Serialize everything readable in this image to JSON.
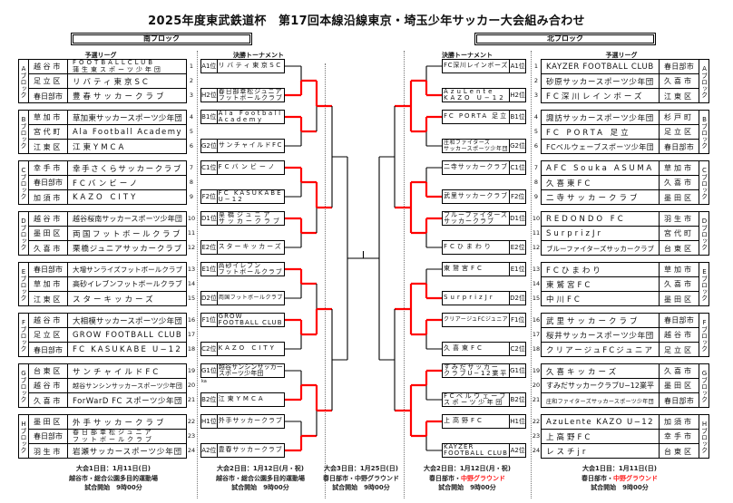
{
  "title": "2025年度東武鉄道杯　第17回本線沿線東京・埼玉少年サッカー大会組み合わせ",
  "colors": {
    "winner_line": "#ff0000",
    "line": "#000000",
    "highlight_text": "#ff1a1a"
  },
  "south": {
    "header": "南ブロック",
    "league_label": "予選リーグ",
    "tournament_label": "決勝トーナメント",
    "groups": [
      {
        "label": "Aブロック",
        "teams": [
          {
            "no": "1",
            "city": "越谷市",
            "name": "FOOTBALLCLUB\n蒲生東スポーツ少年団"
          },
          {
            "no": "2",
            "city": "足立区",
            "name": "リバティ東京SC"
          },
          {
            "no": "3",
            "city": "春日部市",
            "name": "豊春サッカークラブ"
          }
        ]
      },
      {
        "label": "Bブロック",
        "teams": [
          {
            "no": "4",
            "city": "草加市",
            "name": "草加東サッカースポーツ少年団"
          },
          {
            "no": "5",
            "city": "宮代町",
            "name": "Ala Football Academy"
          },
          {
            "no": "6",
            "city": "江東区",
            "name": "江東YMCA"
          }
        ]
      },
      {
        "label": "Cブロック",
        "teams": [
          {
            "no": "7",
            "city": "幸手市",
            "name": "幸手さくらサッカークラブ"
          },
          {
            "no": "8",
            "city": "春日部市",
            "name": "FCバンビーノ"
          },
          {
            "no": "9",
            "city": "加須市",
            "name": "KAZO CITY"
          }
        ]
      },
      {
        "label": "Dブロック",
        "teams": [
          {
            "no": "10",
            "city": "越谷市",
            "name": "越谷桜南サッカースポーツ少年団"
          },
          {
            "no": "11",
            "city": "墨田区",
            "name": "両国フットボールクラブ"
          },
          {
            "no": "12",
            "city": "久喜市",
            "name": "栗橋ジュニアサッカークラブ"
          }
        ]
      },
      {
        "label": "Eブロック",
        "teams": [
          {
            "no": "13",
            "city": "春日部市",
            "name": "大増サンライズフットボールクラブ"
          },
          {
            "no": "14",
            "city": "草加市",
            "name": "高砂イレブンフットボールクラブ"
          },
          {
            "no": "15",
            "city": "江東区",
            "name": "スターキッカーズ"
          }
        ]
      },
      {
        "label": "Fブロック",
        "teams": [
          {
            "no": "16",
            "city": "越谷市",
            "name": "大相模サッカースポーツ少年団"
          },
          {
            "no": "17",
            "city": "足立区",
            "name": "GROW FOOTBALL CLUB"
          },
          {
            "no": "18",
            "city": "春日部市",
            "name": "FC KASUKABE U−12"
          }
        ]
      },
      {
        "label": "Gブロック",
        "teams": [
          {
            "no": "19",
            "city": "台東区",
            "name": "サンチャイルドFC"
          },
          {
            "no": "20",
            "city": "越谷市",
            "name": "越谷サンシンサッカースポーツ少年団"
          },
          {
            "no": "21",
            "city": "久喜市",
            "name": "ForWarD FC スポーツ少年団"
          }
        ]
      },
      {
        "label": "Hブロック",
        "teams": [
          {
            "no": "22",
            "city": "墨田区",
            "name": "外手サッカークラブ"
          },
          {
            "no": "23",
            "city": "春日部市",
            "name": "春日部幸松ジュニア\nフットボールクラブ"
          },
          {
            "no": "24",
            "city": "羽生市",
            "name": "岩瀬サッカースポーツ少年団"
          }
        ]
      }
    ],
    "slots": [
      {
        "rank": "A1位",
        "name": "リバティ東京SC"
      },
      {
        "rank": "H2位",
        "name": "春日部幸松ジュニア\nフットボールクラブ"
      },
      {
        "rank": "B1位",
        "name": "Ala Football\nAcademy"
      },
      {
        "rank": "G2位",
        "name": "サンチャイルドFC"
      },
      {
        "rank": "C1位",
        "name": "FCバンビーノ"
      },
      {
        "rank": "F2位",
        "name": "FC KASUKABE\nU−12"
      },
      {
        "rank": "D1位",
        "name": "栗橋ジュニア\nサッカークラブ"
      },
      {
        "rank": "E2位",
        "name": "スターキッカーズ"
      },
      {
        "rank": "E1位",
        "name": "高砂イレブン\nフットボールクラブ"
      },
      {
        "rank": "D2位",
        "name": "両国フットボールクラブ"
      },
      {
        "rank": "F1位",
        "name": "GROW\nFOOTBALL CLUB"
      },
      {
        "rank": "C2位",
        "name": "KAZO CITY"
      },
      {
        "rank": "G1位",
        "name": "越谷サンシンサッカー\nスポーツ少年団"
      },
      {
        "rank": "B2位",
        "name": "江東YMCA"
      },
      {
        "rank": "H1位",
        "name": "外手サッカークラブ"
      },
      {
        "rank": "A2位",
        "name": "豊春サッカークラブ"
      }
    ],
    "winners_round1": [
      "bottom",
      "top",
      "top",
      "top",
      "top",
      "top",
      "bottom",
      "bottom"
    ],
    "winners_round2": [
      "top",
      "top",
      "bottom",
      "top"
    ],
    "league_info": {
      "line1": "大会1日目：1月11日(日)",
      "line2": "越谷市・総合公園多目的運動場",
      "line3": "試合開始　9時00分"
    },
    "tournament_info": {
      "line1": "大会2日目：1月12日(月・祝)",
      "line2": "越谷市・総合公園多目的運動場",
      "line3": "試合開始　9時00分"
    }
  },
  "north": {
    "header": "北ブロック",
    "league_label": "予選リーグ",
    "tournament_label": "決勝トーナメント",
    "groups": [
      {
        "label": "Aブロック",
        "teams": [
          {
            "no": "1",
            "city": "春日部市",
            "name": "KAYZER FOOTBALL CLUB"
          },
          {
            "no": "2",
            "city": "久喜市",
            "name": "砂原サッカースポーツ少年団"
          },
          {
            "no": "3",
            "city": "江東区",
            "name": "FC深川レインボーズ"
          }
        ]
      },
      {
        "label": "Bブロック",
        "teams": [
          {
            "no": "4",
            "city": "杉戸町",
            "name": "諏訪サッカースポーツ少年団"
          },
          {
            "no": "5",
            "city": "足立区",
            "name": "FC PORTA 足立"
          },
          {
            "no": "6",
            "city": "春日部市",
            "name": "FCベルウェーブスポーツ少年団"
          }
        ]
      },
      {
        "label": "Cブロック",
        "teams": [
          {
            "no": "7",
            "city": "草加市",
            "name": "AFC Souka ASUMA"
          },
          {
            "no": "8",
            "city": "久喜市",
            "name": "久喜東FC"
          },
          {
            "no": "9",
            "city": "墨田区",
            "name": "二寺サッカークラブ"
          }
        ]
      },
      {
        "label": "Dブロック",
        "teams": [
          {
            "no": "10",
            "city": "羽生市",
            "name": "REDONDO FC"
          },
          {
            "no": "11",
            "city": "宮代町",
            "name": "SurprizJr"
          },
          {
            "no": "12",
            "city": "台東区",
            "name": "ブルーファイターズサッカークラブ"
          }
        ]
      },
      {
        "label": "Eブロック",
        "teams": [
          {
            "no": "13",
            "city": "草加市",
            "name": "FCひまわり"
          },
          {
            "no": "14",
            "city": "久喜市",
            "name": "東鷲宮FC"
          },
          {
            "no": "15",
            "city": "墨田区",
            "name": "中川FC"
          }
        ]
      },
      {
        "label": "Fブロック",
        "teams": [
          {
            "no": "16",
            "city": "春日部市",
            "name": "武里サッカークラブ"
          },
          {
            "no": "17",
            "city": "越谷市",
            "name": "桜井サッカースポーツ少年団"
          },
          {
            "no": "18",
            "city": "足立区",
            "name": "クリアージュFCジュニア"
          }
        ]
      },
      {
        "label": "Gブロック",
        "teams": [
          {
            "no": "19",
            "city": "久喜市",
            "name": "久喜キッカーズ"
          },
          {
            "no": "20",
            "city": "墨田区",
            "name": "すみだサッカークラブU−12業平"
          },
          {
            "no": "21",
            "city": "春日部市",
            "name": "庄和ファイターズサッカースポーツ少年団"
          }
        ]
      },
      {
        "label": "Hブロック",
        "teams": [
          {
            "no": "22",
            "city": "加須市",
            "name": "AzuLente KAZO U−12"
          },
          {
            "no": "23",
            "city": "幸手市",
            "name": "上高野FC"
          },
          {
            "no": "24",
            "city": "台東区",
            "name": "レスチjr"
          }
        ]
      }
    ],
    "slots": [
      {
        "rank": "A1位",
        "name": "FC深川レインボーズ"
      },
      {
        "rank": "H2位",
        "name": "AzuLente\nKAZO U−12"
      },
      {
        "rank": "B1位",
        "name": "FC PORTA 足立"
      },
      {
        "rank": "G2位",
        "name": "庄和ファイターズ\nサッカースポーツ少年団"
      },
      {
        "rank": "C1位",
        "name": "二寺サッカークラブ"
      },
      {
        "rank": "F2位",
        "name": "武里サッカークラブ"
      },
      {
        "rank": "D1位",
        "name": "ブルーファイターズ\nサッカークラブ"
      },
      {
        "rank": "E2位",
        "name": "FCひまわり"
      },
      {
        "rank": "E1位",
        "name": "東鷲宮FC"
      },
      {
        "rank": "D2位",
        "name": "SurprizJr"
      },
      {
        "rank": "F1位",
        "name": "クリアージュFCジュニア"
      },
      {
        "rank": "C2位",
        "name": "久喜東FC"
      },
      {
        "rank": "G1位",
        "name": "すみだサッカー\nクラブU−12業平"
      },
      {
        "rank": "B2位",
        "name": "FCベルウェーブ\nスポーツ少年団"
      },
      {
        "rank": "H1位",
        "name": "上高野FC"
      },
      {
        "rank": "A2位",
        "name": "KAYZER\nFOOTBALL CLUB"
      }
    ],
    "winners_round1": [
      "bottom",
      "top",
      "bottom",
      "top",
      "bottom",
      "top",
      "top",
      "top"
    ],
    "winners_round2": [
      "both",
      "both",
      "both",
      "both"
    ],
    "league_info": {
      "line1": "大会1日目：1月11日(日)",
      "line2_prefix": "春日部市・",
      "line2_highlight": "中野グラウンド",
      "line3": "試合開始　9時00分"
    },
    "tournament_info": {
      "line1": "大会2日目：1月12日(月・祝)",
      "line2_prefix": "春日部市・",
      "line2_highlight": "中野グラウンド",
      "line3": "試合開始　9時00分"
    }
  },
  "final_info": {
    "line1": "大会3日目：1月25日(日)",
    "line2": "春日部市・中野グラウンド",
    "line3": "試合開始　9時00分"
  },
  "note": "ka"
}
